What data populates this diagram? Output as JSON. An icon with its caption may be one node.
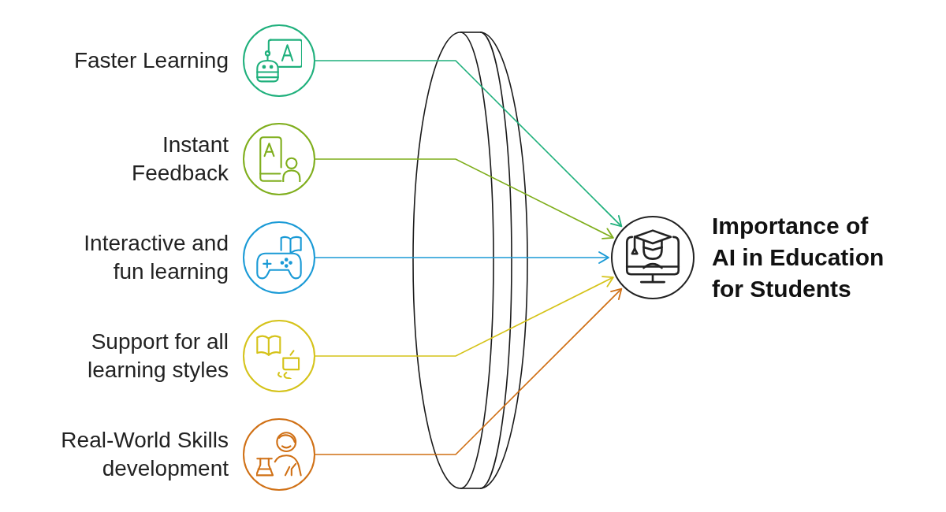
{
  "diagram": {
    "nodes": [
      {
        "text": [
          "Faster Learning"
        ]
      },
      {
        "text": [
          "Instant Feedback"
        ]
      },
      {
        "text": [
          "Interactive and fun learning"
        ]
      },
      {
        "text": [
          "Support for all learning styles"
        ]
      },
      {
        "text": [
          "Real-World Skills development"
        ]
      },
      {
        "text": [
          "Importance of AI in Education for Students"
        ]
      }
    ],
    "edges": [
      {
        "from": 0,
        "to": 5,
        "arrow": "to",
        "color": "#1fb07c"
      },
      {
        "from": 1,
        "to": 5,
        "arrow": "to",
        "color": "#7fae1c"
      },
      {
        "from": 2,
        "to": 5,
        "arrow": "to",
        "color": "#1a9ad6"
      },
      {
        "from": 3,
        "to": 5,
        "arrow": "to",
        "color": "#d5c31a"
      },
      {
        "from": 4,
        "to": 5,
        "arrow": "to",
        "color": "#d07015"
      }
    ]
  }
}
